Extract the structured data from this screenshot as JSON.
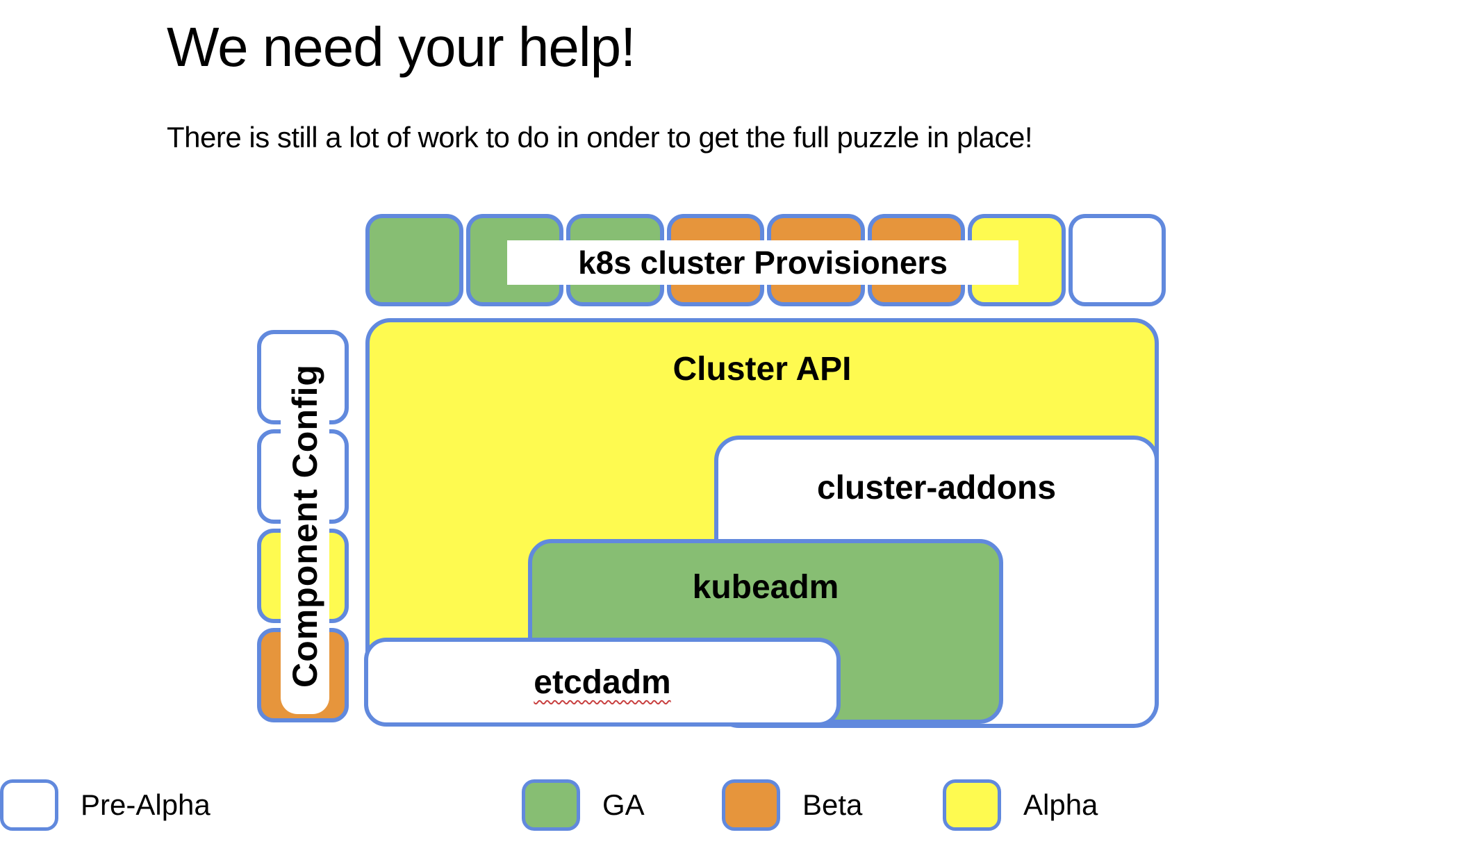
{
  "title": "We need your help!",
  "subtitle": "There is still a lot of work to do in onder to get the full puzzle in place!",
  "colors": {
    "border_blue": "#6189DD",
    "green": "#87BE73",
    "orange": "#E6953C",
    "yellow": "#FEFA50",
    "white": "#FFFFFF",
    "squiggle_red": "#C84040",
    "text": "#000000"
  },
  "provisioners": {
    "label": "k8s cluster Provisioners",
    "squares": [
      {
        "status": "GA",
        "color": "green"
      },
      {
        "status": "GA",
        "color": "green"
      },
      {
        "status": "GA",
        "color": "green"
      },
      {
        "status": "Beta",
        "color": "orange"
      },
      {
        "status": "Beta",
        "color": "orange"
      },
      {
        "status": "Beta",
        "color": "orange"
      },
      {
        "status": "Alpha",
        "color": "yellow"
      },
      {
        "status": "Pre-Alpha",
        "color": "white"
      }
    ]
  },
  "component_config": {
    "label": "Component Config",
    "squares": [
      {
        "status": "Pre-Alpha",
        "color": "white"
      },
      {
        "status": "Pre-Alpha",
        "color": "white"
      },
      {
        "status": "Alpha",
        "color": "yellow"
      },
      {
        "status": "Beta",
        "color": "orange"
      }
    ]
  },
  "boxes": {
    "cluster_api": {
      "label": "Cluster API",
      "status": "Alpha",
      "color": "yellow"
    },
    "cluster_addons": {
      "label": "cluster-addons",
      "status": "Pre-Alpha",
      "color": "white"
    },
    "kubeadm": {
      "label": "kubeadm",
      "status": "GA",
      "color": "green"
    },
    "etcdadm": {
      "label": "etcdadm",
      "status": "Pre-Alpha",
      "color": "white",
      "spellcheck_underline": true
    }
  },
  "legend": {
    "items": [
      {
        "label": "GA",
        "color": "green"
      },
      {
        "label": "Beta",
        "color": "orange"
      },
      {
        "label": "Alpha",
        "color": "yellow"
      },
      {
        "label": "Pre-Alpha",
        "color": "white"
      }
    ]
  }
}
